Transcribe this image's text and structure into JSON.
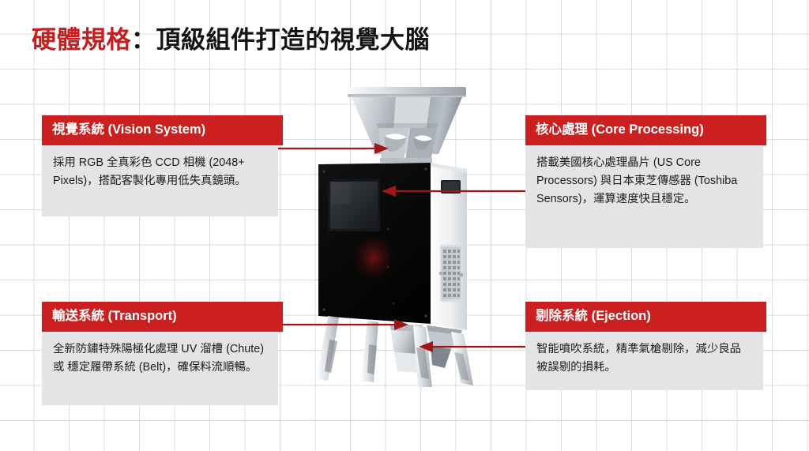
{
  "slide": {
    "title_red": "硬體規格",
    "title_separator": "：",
    "title_dark": "頂級組件打造的視覺大腦",
    "accent_color": "#CC1F1F",
    "title_red_color": "#C41E1E",
    "title_dark_color": "#141414",
    "panel_bg_color": "#E2E4E6",
    "arrow_color": "#A01717",
    "background": "grid-paper"
  },
  "callouts": [
    {
      "id": "vision",
      "header": "視覺系統 (Vision System)",
      "body": "採用 RGB 全真彩色 CCD 相機 (2048+ Pixels)，搭配客製化專用低失真鏡頭。",
      "position": "top-left",
      "points_to": "camera-module"
    },
    {
      "id": "core",
      "header": "核心處理 (Core Processing)",
      "body": "搭載美國核心處理晶片 (US Core Processors) 與日本東芝傳感器 (Toshiba Sensors)，運算速度快且穩定。",
      "position": "top-right",
      "points_to": "control-panel"
    },
    {
      "id": "transport",
      "header": "輸送系統 (Transport)",
      "body": "全新防鏽特殊陽極化處理 UV 溜槽 (Chute) 或 穩定履帶系統 (Belt)，確保料流順暢。",
      "position": "bottom-left",
      "points_to": "chute-assembly"
    },
    {
      "id": "ejection",
      "header": "剔除系統 (Ejection)",
      "body": "智能噴吹系統，精準氣槍剔除，減少良品被誤剔的損耗。",
      "position": "bottom-right",
      "points_to": "ejector-nozzles"
    }
  ],
  "machine": {
    "name": "optical-color-sorter",
    "parts": [
      "top-hopper",
      "vibratory-feeder",
      "black-front-panel",
      "touch-display",
      "side-vent-grille",
      "indicator-window",
      "output-chutes",
      "support-legs"
    ]
  }
}
